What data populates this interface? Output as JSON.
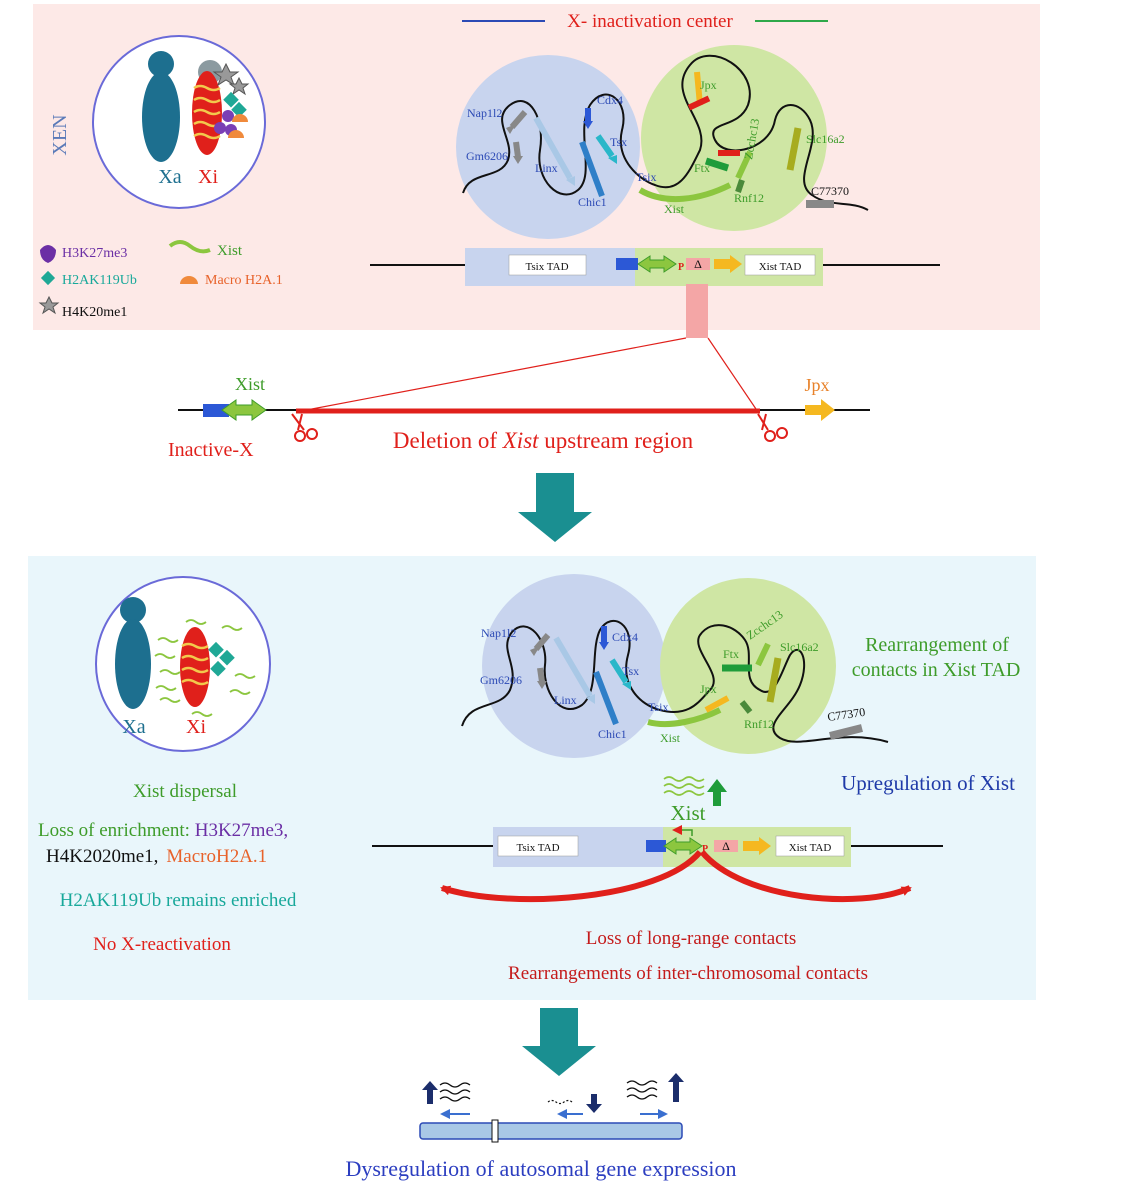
{
  "top_panel": {
    "title": "X- inactivation center",
    "side_label": "XEN",
    "nucleus": {
      "xa": "Xa",
      "xi": "Xi"
    },
    "legend": {
      "h3k27me3": "H3K27me3",
      "xist": "Xist",
      "h2ak119ub": "H2AK119Ub",
      "macroh2a": "Macro H2A.1",
      "h4k20me1": "H4K20me1"
    },
    "genes": {
      "nap1l2": "Nap1l2",
      "cdx4": "Cdx4",
      "gm6206": "Gm6206",
      "linx": "Linx",
      "tsx": "Tsx",
      "chic1": "Chic1",
      "tsix": "Tsix",
      "jpx": "Jpx",
      "zcchc13": "Zcchc13",
      "slc16a2": "Slc16a2",
      "ftx": "Ftx",
      "rnf12": "Rnf12",
      "xist": "Xist",
      "c77370": "C77370"
    },
    "tads": {
      "tsix": "Tsix TAD",
      "xist": "Xist TAD"
    },
    "promoter": "P",
    "delta": "Δ"
  },
  "deletion": {
    "xist": "Xist",
    "jpx": "Jpx",
    "inactive_x": "Inactive-X",
    "caption_pre": "Deletion of ",
    "caption_italic": "Xist",
    "caption_post": " upstream region"
  },
  "bottom_panel": {
    "nucleus": {
      "xa": "Xa",
      "xi": "Xi"
    },
    "genes": {
      "nap1l2": "Nap1l2",
      "cdx4": "Cdx4",
      "gm6206": "Gm6206",
      "linx": "Linx",
      "tsx": "Tsx",
      "chic1": "Chic1",
      "tsix": "Tsix",
      "xist": "Xist",
      "jpx": "Jpx",
      "ftx": "Ftx",
      "zcchc13": "Zcchc13",
      "slc16a2": "Slc16a2",
      "rnf12": "Rnf12",
      "c77370": "C77370"
    },
    "rearrangement_line1": "Rearrangement of",
    "rearrangement_line2": "contacts in Xist TAD",
    "upregulation": "Upregulation of Xist",
    "xist_big": "Xist",
    "tads": {
      "tsix": "Tsix TAD",
      "xist": "Xist TAD"
    },
    "promoter": "P",
    "delta": "Δ",
    "dispersal": "Xist dispersal",
    "loss_prefix": "Loss of enrichment: ",
    "loss_h3k27me3": "H3K27me3,",
    "loss_h4k": "H4K2020me1,",
    "loss_macro": "MacroH2A.1",
    "h2ak_remains": "H2AK119Ub remains enriched",
    "no_reactivation": "No X-reactivation",
    "loss_long_range": "Loss of long-range contacts",
    "inter_chromosomal": "Rearrangements of inter-chromosomal contacts"
  },
  "footer": {
    "caption": "Dysregulation of  autosomal gene expression"
  },
  "colors": {
    "top_bg": "#fde9e7",
    "bottom_bg": "#e9f6fb",
    "arrow_teal": "#1a8f91",
    "red": "#e0201b",
    "green": "#3e9c2a",
    "blue_text": "#1f3aa8",
    "purple": "#6b2fa5",
    "teal_text": "#18a89a",
    "orange": "#e8622a",
    "xa_blue": "#1d6f8f"
  }
}
